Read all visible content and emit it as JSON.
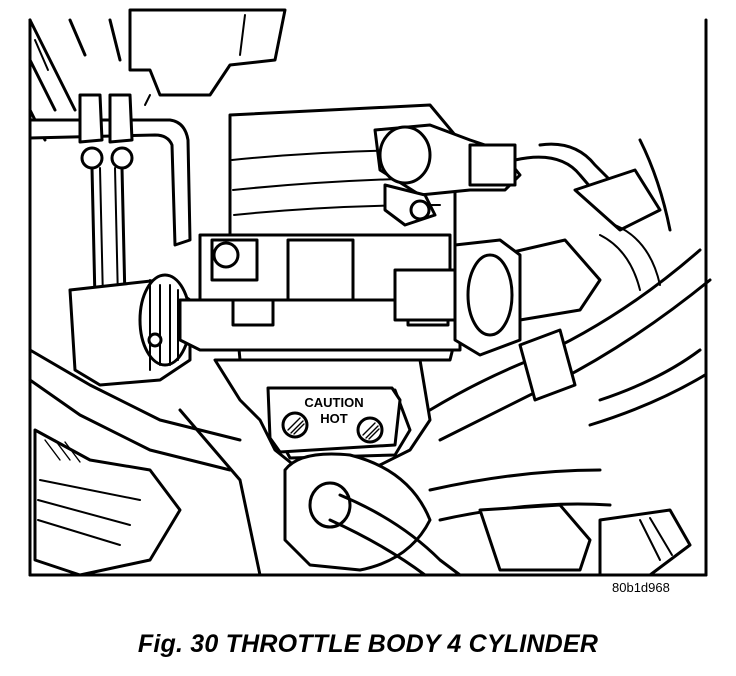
{
  "figure": {
    "reference_id": "80b1d968",
    "caption": "Fig. 30 THROTTLE BODY 4 CYLINDER",
    "label": {
      "line1": "CAUTION",
      "line2": "HOT"
    }
  }
}
